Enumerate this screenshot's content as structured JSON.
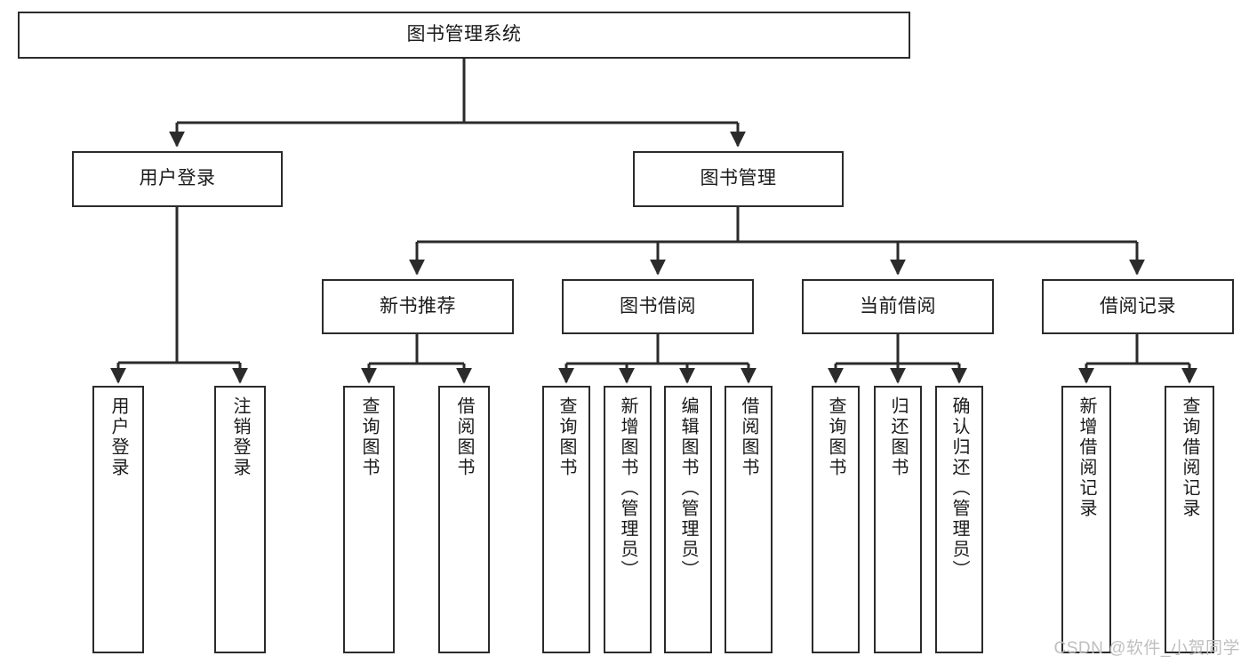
{
  "diagram": {
    "title": "图书管理系统",
    "type": "tree-hierarchy",
    "watermark": "CSDN @软件_小贺同学",
    "colors": {
      "box_border": "#2b2b2b",
      "box_fill": "#ffffff",
      "edge": "#2b2b2b",
      "text": "#1a1a1a",
      "watermark": "#bfbfbf"
    },
    "nodes": {
      "root": {
        "label": "图书管理系统",
        "level": 1,
        "orientation": "horizontal"
      },
      "l2": [
        {
          "id": "user-login",
          "label": "用户登录",
          "level": 2,
          "orientation": "horizontal"
        },
        {
          "id": "book-manage",
          "label": "图书管理",
          "level": 2,
          "orientation": "horizontal"
        }
      ],
      "l3": [
        {
          "id": "new-book-rec",
          "label": "新书推荐",
          "level": 3,
          "orientation": "horizontal"
        },
        {
          "id": "book-borrow",
          "label": "图书借阅",
          "level": 3,
          "orientation": "horizontal"
        },
        {
          "id": "current-borrow",
          "label": "当前借阅",
          "level": 3,
          "orientation": "horizontal"
        },
        {
          "id": "borrow-record",
          "label": "借阅记录",
          "level": 3,
          "orientation": "horizontal"
        }
      ],
      "leaves": [
        {
          "id": "leaf-user-login",
          "label": "用户登录",
          "parent": "user-login",
          "orientation": "vertical"
        },
        {
          "id": "leaf-user-logout",
          "label": "注销登录",
          "parent": "user-login",
          "orientation": "vertical"
        },
        {
          "id": "leaf-query-book-1",
          "label": "查询图书",
          "parent": "new-book-rec",
          "orientation": "vertical"
        },
        {
          "id": "leaf-borrow-book-1",
          "label": "借阅图书",
          "parent": "new-book-rec",
          "orientation": "vertical"
        },
        {
          "id": "leaf-query-book-2",
          "label": "查询图书",
          "parent": "book-borrow",
          "orientation": "vertical"
        },
        {
          "id": "leaf-add-book",
          "label": "新增图书（管理员）",
          "parent": "book-borrow",
          "orientation": "vertical"
        },
        {
          "id": "leaf-edit-book",
          "label": "编辑图书（管理员）",
          "parent": "book-borrow",
          "orientation": "vertical"
        },
        {
          "id": "leaf-borrow-book-2",
          "label": "借阅图书",
          "parent": "book-borrow",
          "orientation": "vertical"
        },
        {
          "id": "leaf-query-book-3",
          "label": "查询图书",
          "parent": "current-borrow",
          "orientation": "vertical"
        },
        {
          "id": "leaf-return-book",
          "label": "归还图书",
          "parent": "current-borrow",
          "orientation": "vertical"
        },
        {
          "id": "leaf-confirm-return",
          "label": "确认归还（管理员）",
          "parent": "current-borrow",
          "orientation": "vertical"
        },
        {
          "id": "leaf-add-record",
          "label": "新增借阅记录",
          "parent": "borrow-record",
          "orientation": "vertical"
        },
        {
          "id": "leaf-query-record",
          "label": "查询借阅记录",
          "parent": "borrow-record",
          "orientation": "vertical"
        }
      ]
    }
  }
}
